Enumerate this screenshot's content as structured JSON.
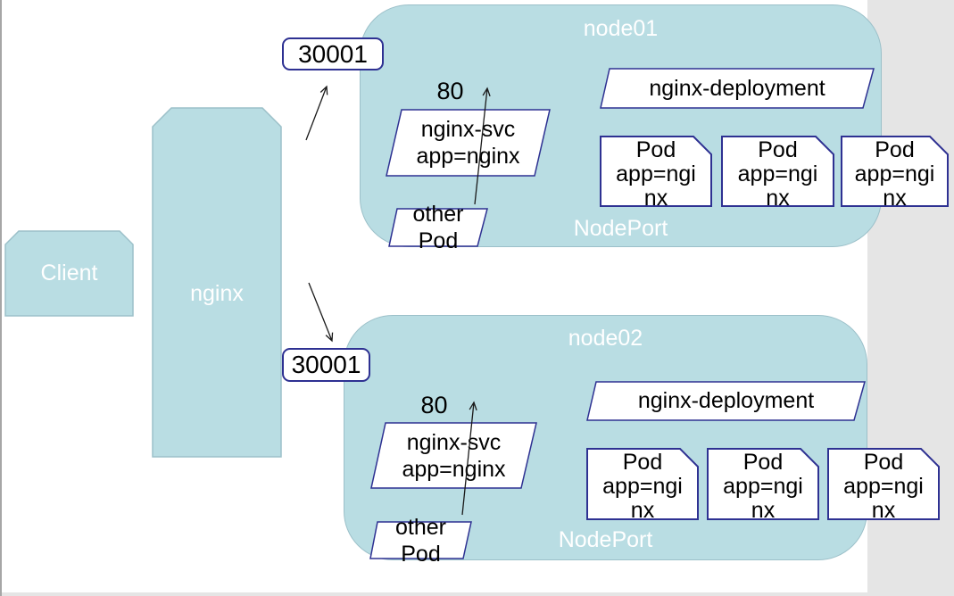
{
  "diagram": {
    "client": {
      "label": "Client"
    },
    "gateway": {
      "label": "nginx"
    },
    "node_ports": [
      {
        "label": "30001"
      },
      {
        "label": "30001"
      }
    ],
    "nodes": [
      {
        "title": "node01",
        "service_type": "NodePort",
        "service_port": "80",
        "service": "nginx-svc\napp=nginx",
        "other_pod": "other\nPod",
        "deployment": "nginx-deployment",
        "pods": [
          "Pod\napp=ngi\nnx",
          "Pod\napp=ngi\nnx",
          "Pod\napp=ngi\nnx"
        ]
      },
      {
        "title": "node02",
        "service_type": "NodePort",
        "service_port": "80",
        "service": "nginx-svc\napp=nginx",
        "other_pod": "other\nPod",
        "deployment": "nginx-deployment",
        "pods": [
          "Pod\napp=ngi\nnx",
          "Pod\napp=ngi\nnx",
          "Pod\napp=ngi\nnx"
        ]
      }
    ]
  },
  "colors": {
    "node_fill": "#b9dde3",
    "node_stroke": "#9cc0c9",
    "shape_stroke": "#2e3192",
    "arrow": "#1a1a1a",
    "panel_gray": "#e5e5e5",
    "white_text": "#ffffff"
  }
}
